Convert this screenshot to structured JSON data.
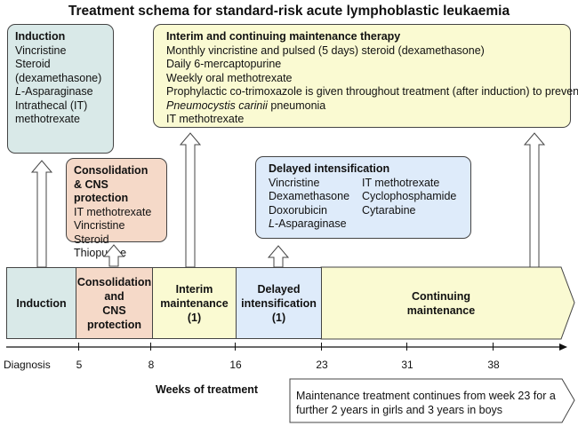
{
  "title": "Treatment schema for standard-risk acute lymphoblastic leukaemia",
  "induction_box": {
    "heading": "Induction",
    "lines": [
      "Vincristine",
      "Steroid",
      "(dexamethasone)",
      "-Asparaginase",
      "Intrathecal (IT)",
      "methotrexate"
    ],
    "l_prefix": "L"
  },
  "consolidation_box": {
    "heading1": "Consolidation",
    "heading2": "& CNS protection",
    "lines": [
      "IT methotrexate",
      "Vincristine",
      "Steroid",
      "Thiopurine"
    ]
  },
  "interim_box": {
    "heading": "Interim and continuing maintenance therapy",
    "lines": [
      "Monthly vincristine and pulsed (5 days) steroid (dexamethasone)",
      "Daily 6-mercaptopurine",
      "Weekly oral methotrexate",
      "Prophylactic co-trimoxazole is given throughout treatment (after induction) to prevent",
      "Pneumocystis carinii",
      " pneumonia",
      "IT methotrexate"
    ]
  },
  "delayed_box": {
    "heading": "Delayed intensification",
    "col1": [
      "Vincristine",
      "Dexamethasone",
      "Doxorubicin",
      "-Asparaginase"
    ],
    "col2": [
      "IT methotrexate",
      "Cyclophosphamide",
      "Cytarabine"
    ],
    "l_prefix": "L"
  },
  "phases": {
    "induction": "Induction",
    "consolidation": "Consolidation\nand\nCNS\nprotection",
    "interim": "Interim\nmaintenance\n(1)",
    "delayed": "Delayed\nintensification\n(1)",
    "continuing": "Continuing\nmaintenance"
  },
  "timeline": {
    "diagnosis": "Diagnosis",
    "ticks": [
      "5",
      "8",
      "16",
      "23",
      "31",
      "38"
    ],
    "xlabel": "Weeks of treatment"
  },
  "note": "Maintenance treatment continues from week 23 for a further 2 years in girls and 3 years in boys",
  "colors": {
    "induction": "#d9e9e8",
    "consolidation": "#f5d9c8",
    "maintenance": "#fafad2",
    "delayed": "#deebfa"
  }
}
